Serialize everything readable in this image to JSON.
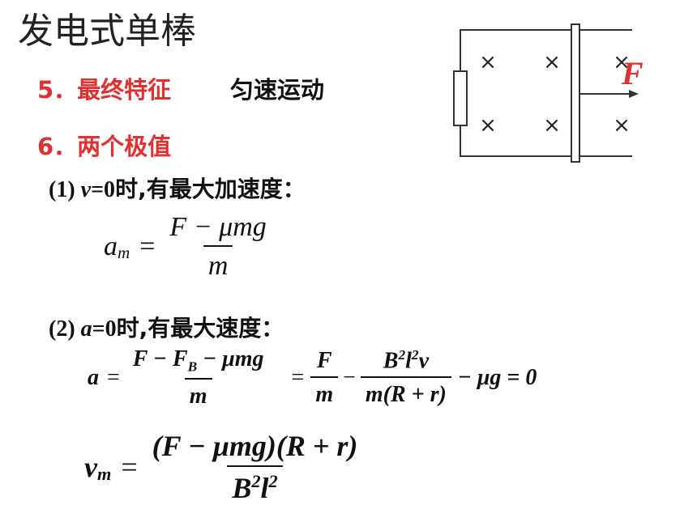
{
  "title": "发电式单棒",
  "item5": {
    "label": "5．最终特征",
    "value": "匀速运动"
  },
  "item6": {
    "label": "6．两个极值"
  },
  "cond1": {
    "prefix": "(1) ",
    "var": "v",
    "eq": "=0",
    "text": "时,有最大加速度："
  },
  "cond2": {
    "prefix": "(2) ",
    "var": "a",
    "eq": "=0",
    "text": "时,有最大速度："
  },
  "eq1": {
    "lhs": "a",
    "lhs_sub": "m",
    "num": "F − μmg",
    "den": "m"
  },
  "eq2": {
    "lhs": "a",
    "num": [
      "F − F",
      "B",
      " − μmg"
    ],
    "den": "m",
    "f1_num": "F",
    "f1_den": "m",
    "f2_num": [
      "B",
      "2",
      "l",
      "2",
      "v"
    ],
    "f2_den": "m(R + r)",
    "tail": "− μg = 0"
  },
  "eq3": {
    "lhs": "v",
    "lhs_sub": "m",
    "num": "(F − μmg)(R + r)",
    "den": [
      "B",
      "2",
      "l",
      "2"
    ]
  },
  "figure": {
    "force_label": "F",
    "field_symbol": "×",
    "wire_color": "#333333",
    "force_color": "#e03030"
  }
}
